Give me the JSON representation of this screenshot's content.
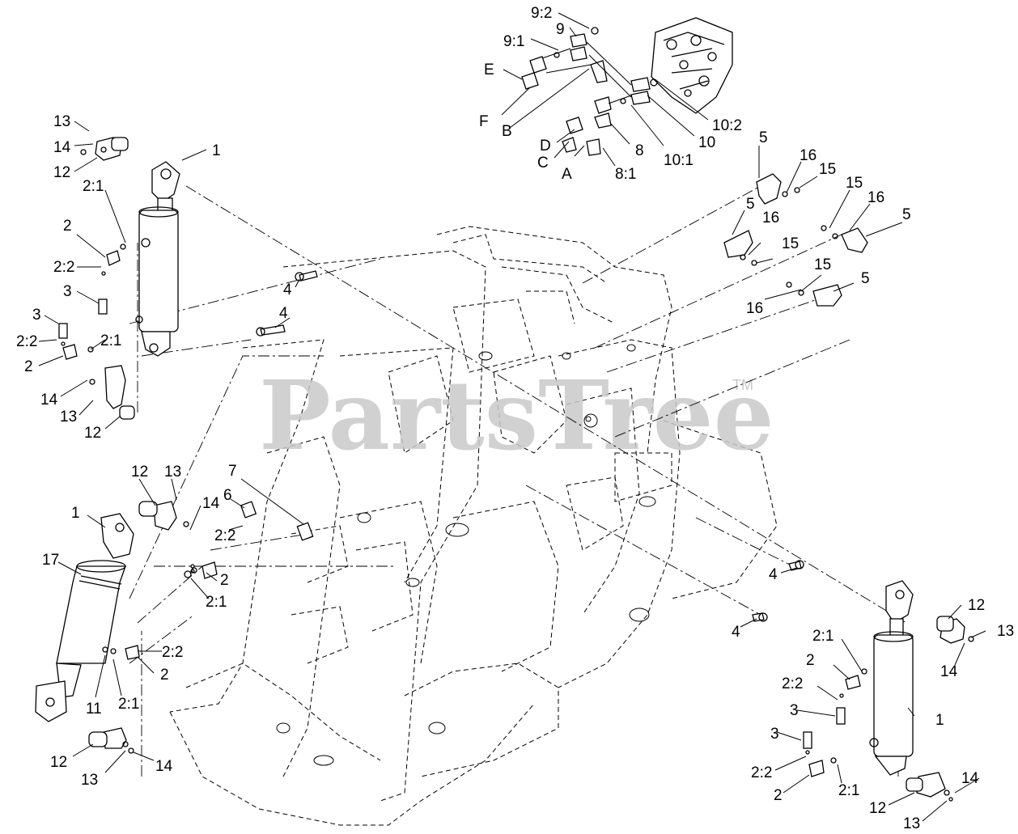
{
  "watermark": {
    "text": "PartsTree",
    "tm": "TM"
  },
  "callouts": {
    "c1": "9:2",
    "c2": "9",
    "c3": "9:1",
    "c4": "E",
    "c5": "F",
    "c6": "B",
    "c7": "D",
    "c8": "C",
    "c9": "A",
    "c10": "8:1",
    "c11": "8",
    "c12": "10:1",
    "c13": "10",
    "c14": "10:2",
    "c15": "13",
    "c16": "14",
    "c17": "12",
    "c18": "1",
    "c19": "2:1",
    "c20": "2",
    "c21": "2:2",
    "c22": "3",
    "c23": "3",
    "c24": "2:2",
    "c25": "2",
    "c26": "2:1",
    "c27": "14",
    "c28": "13",
    "c29": "12",
    "c30": "4",
    "c31": "4",
    "c32": "5",
    "c33": "16",
    "c34": "15",
    "c35": "15",
    "c36": "16",
    "c37": "5",
    "c38": "5",
    "c39": "16",
    "c40": "15",
    "c41": "15",
    "c42": "5",
    "c43": "16",
    "c44": "12",
    "c45": "13",
    "c46": "1",
    "c47": "17",
    "c48": "14",
    "c49": "6",
    "c50": "7",
    "c51": "2:2",
    "c52": "2",
    "c53": "2:1",
    "c54": "2:2",
    "c55": "2",
    "c56": "11",
    "c57": "2:1",
    "c58": "12",
    "c59": "13",
    "c60": "14",
    "c61": "4",
    "c62": "4",
    "c63": "12",
    "c64": "13",
    "c65": "2:1",
    "c66": "2",
    "c67": "2:2",
    "c68": "3",
    "c69": "14",
    "c70": "1",
    "c71": "3",
    "c72": "2:2",
    "c73": "2",
    "c74": "2:1",
    "c75": "14",
    "c76": "12",
    "c77": "13"
  }
}
